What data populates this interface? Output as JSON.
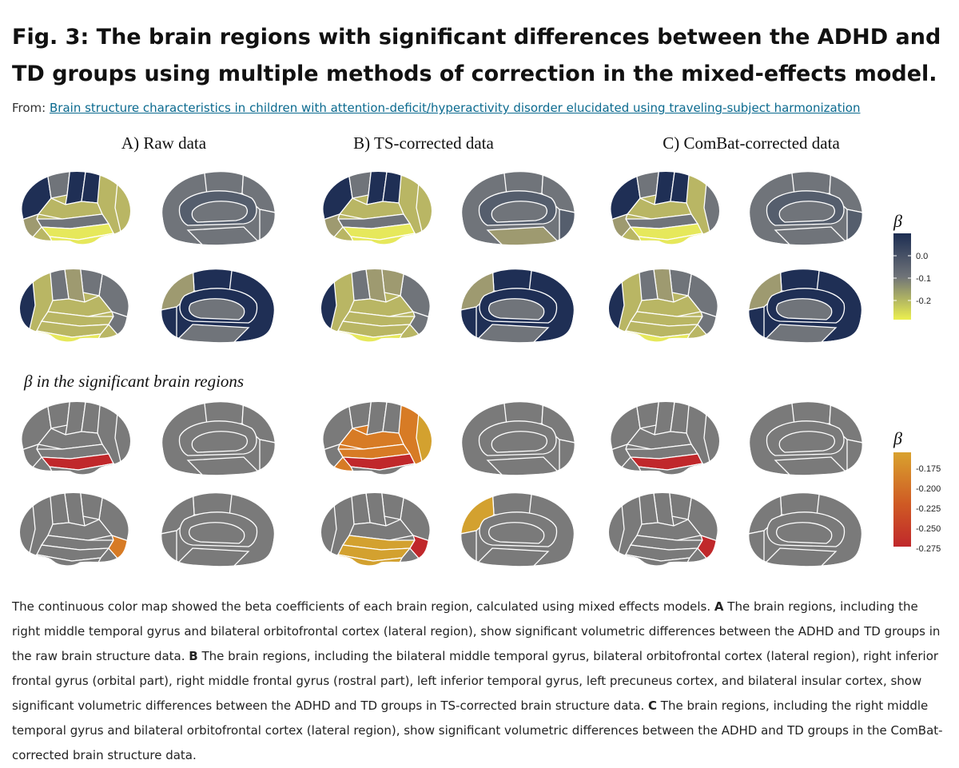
{
  "title": "Fig. 3: The brain regions with significant differences between the ADHD and TD groups using multiple methods of correction in the mixed-effects model.",
  "from": {
    "prefix": "From: ",
    "link_text": "Brain structure characteristics in children with attention-deficit/hyperactivity disorder elucidated using traveling-subject harmonization"
  },
  "figure": {
    "panels": [
      "A) Raw data",
      "B) TS-corrected data",
      "C) ComBat-corrected data"
    ],
    "section_label": "β  in the significant brain regions",
    "legend_top": {
      "symbol": "β",
      "ticks": [
        "0.0",
        "-0.1",
        "-0.2"
      ],
      "colors": [
        "#1c2d52",
        "#6f7378",
        "#ecf04f"
      ]
    },
    "legend_bottom": {
      "symbol": "β",
      "ticks": [
        "-0.175",
        "-0.200",
        "-0.225",
        "-0.250",
        "-0.275"
      ],
      "colors": [
        "#d9a22e",
        "#cf5a24",
        "#c0282b"
      ]
    },
    "colors": {
      "navy": "#1f2f55",
      "slate": "#555e6d",
      "gray": "#70747a",
      "khaki": "#9e9a70",
      "olive": "#b9b664",
      "yellow": "#e6e85b",
      "insig": "#7a7a7a",
      "gold": "#d3a12f",
      "orange": "#d77b25",
      "red": "#c0282b"
    }
  },
  "caption": {
    "intro": "The continuous color map showed the beta coefficients of each brain region, calculated using mixed effects models. ",
    "a_label": "A",
    "a_text": " The brain regions, including the right middle temporal gyrus and bilateral orbitofrontal cortex (lateral region), show significant volumetric differences between the ADHD and TD groups in the raw brain structure data. ",
    "b_label": "B",
    "b_text": " The brain regions, including the bilateral middle temporal gyrus, bilateral orbitofrontal cortex (lateral region), right inferior frontal gyrus (orbital part), right middle frontal gyrus (rostral part), left inferior temporal gyrus, left precuneus cortex, and bilateral insular cortex, show significant volumetric differences between the ADHD and TD groups in TS-corrected brain structure data. ",
    "c_label": "C",
    "c_text": " The brain regions, including the right middle temporal gyrus and bilateral orbitofrontal cortex (lateral region), show significant volumetric differences between the ADHD and TD groups in the ComBat-corrected brain structure data."
  }
}
